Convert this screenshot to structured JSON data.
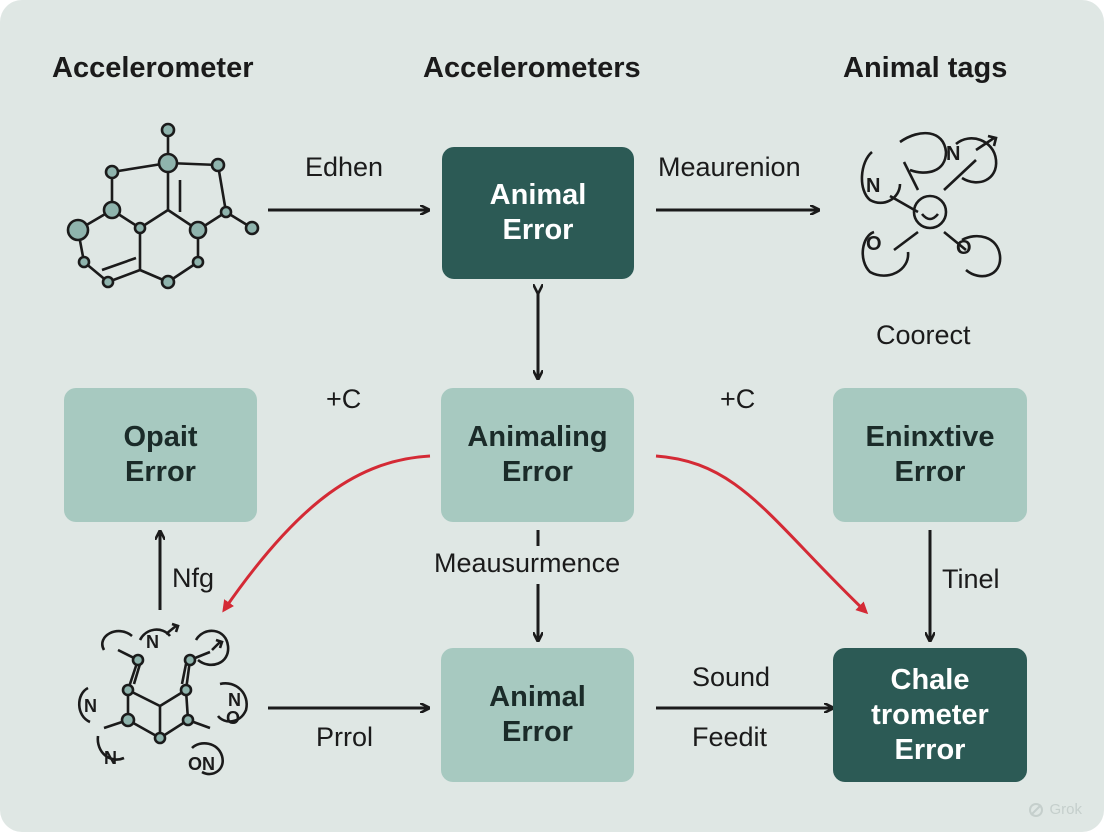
{
  "titles": {
    "left": "Accelerometer",
    "center": "Accelerometers",
    "right": "Animal tags"
  },
  "boxes": {
    "top_center": [
      "Animal",
      "Error"
    ],
    "mid_left": [
      "Opait",
      "Error"
    ],
    "mid_center": [
      "Animaling",
      "Error"
    ],
    "mid_right": [
      "Eninxtive",
      "Error"
    ],
    "bottom_center": [
      "Animal",
      "Error"
    ],
    "bottom_right": [
      "Chale",
      "trometer",
      "Error"
    ]
  },
  "labels": {
    "edhen": "Edhen",
    "meaurenion": "Meaurenion",
    "coorect": "Coorect",
    "plus_c_left": "+C",
    "plus_c_right": "+C",
    "nfg": "Nfg",
    "meausurmence": "Meausurmence",
    "tinel": "Tinel",
    "sound": "Sound",
    "feedit": "Feedit",
    "prrol": "Prrol"
  },
  "molecule_atoms": {
    "top_right": [
      "N",
      "N",
      "O",
      "O"
    ],
    "bottom_left": [
      "N",
      "N",
      "N",
      "O",
      "N",
      "ON"
    ]
  },
  "watermark": "Grok",
  "colors": {
    "background": "#dfe7e4",
    "dark_box": "#2c5a55",
    "light_box": "#a7c9c0",
    "arrow": "#1b1b1b",
    "red_arrow": "#d42a35",
    "atom_fill": "#8fb4ad"
  }
}
